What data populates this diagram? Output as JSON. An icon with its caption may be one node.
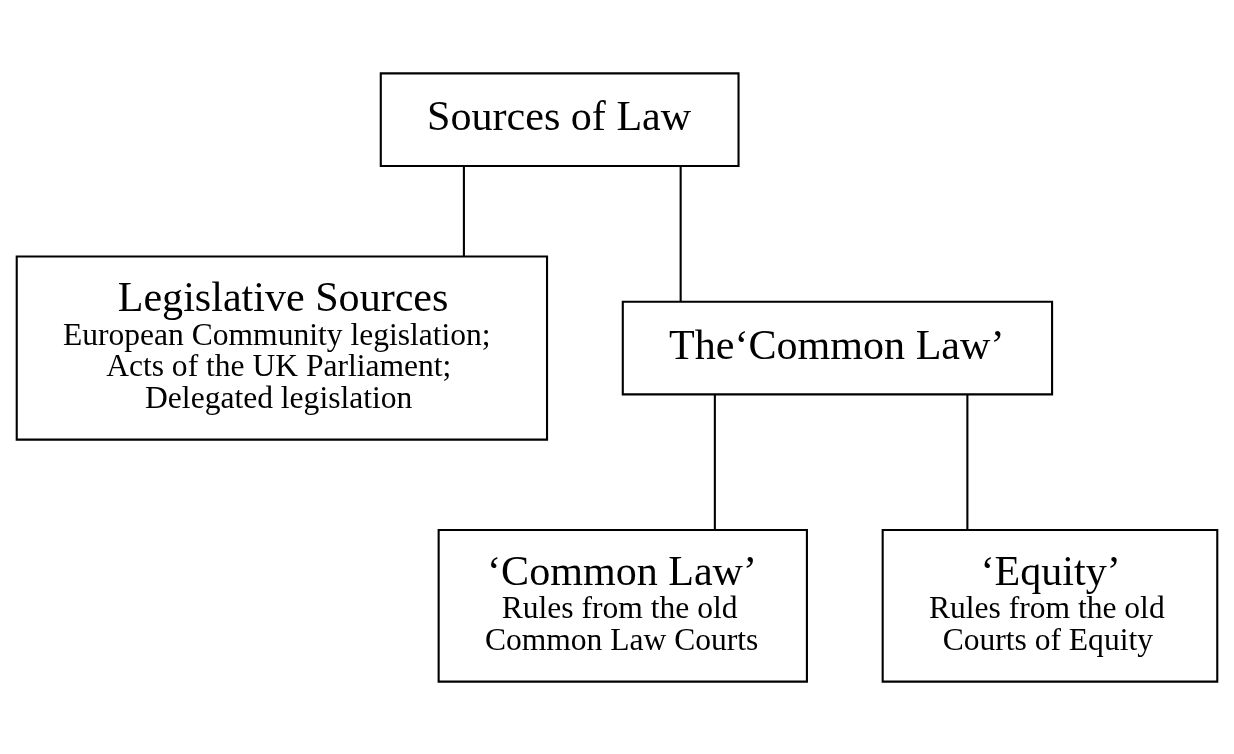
{
  "diagram": {
    "nodes": [
      {
        "text": [
          "Sources of Law"
        ]
      },
      {
        "text": [
          "Legislative Sources",
          "European Community legislation; Acts of the UK Parliament; Delegated legislation"
        ]
      },
      {
        "text": [
          "The‘Common Law’"
        ]
      },
      {
        "text": [
          "‘Common Law’",
          "Rules from the old Common Law Courts"
        ]
      },
      {
        "text": [
          "‘Equity’",
          "Rules from the old Courts of Equity"
        ]
      }
    ],
    "edges": [
      {
        "from": 0,
        "to": 1,
        "arrow": "none"
      },
      {
        "from": 0,
        "to": 2,
        "arrow": "none"
      },
      {
        "from": 2,
        "to": 3,
        "arrow": "none"
      },
      {
        "from": 2,
        "to": 4,
        "arrow": "none"
      }
    ]
  }
}
